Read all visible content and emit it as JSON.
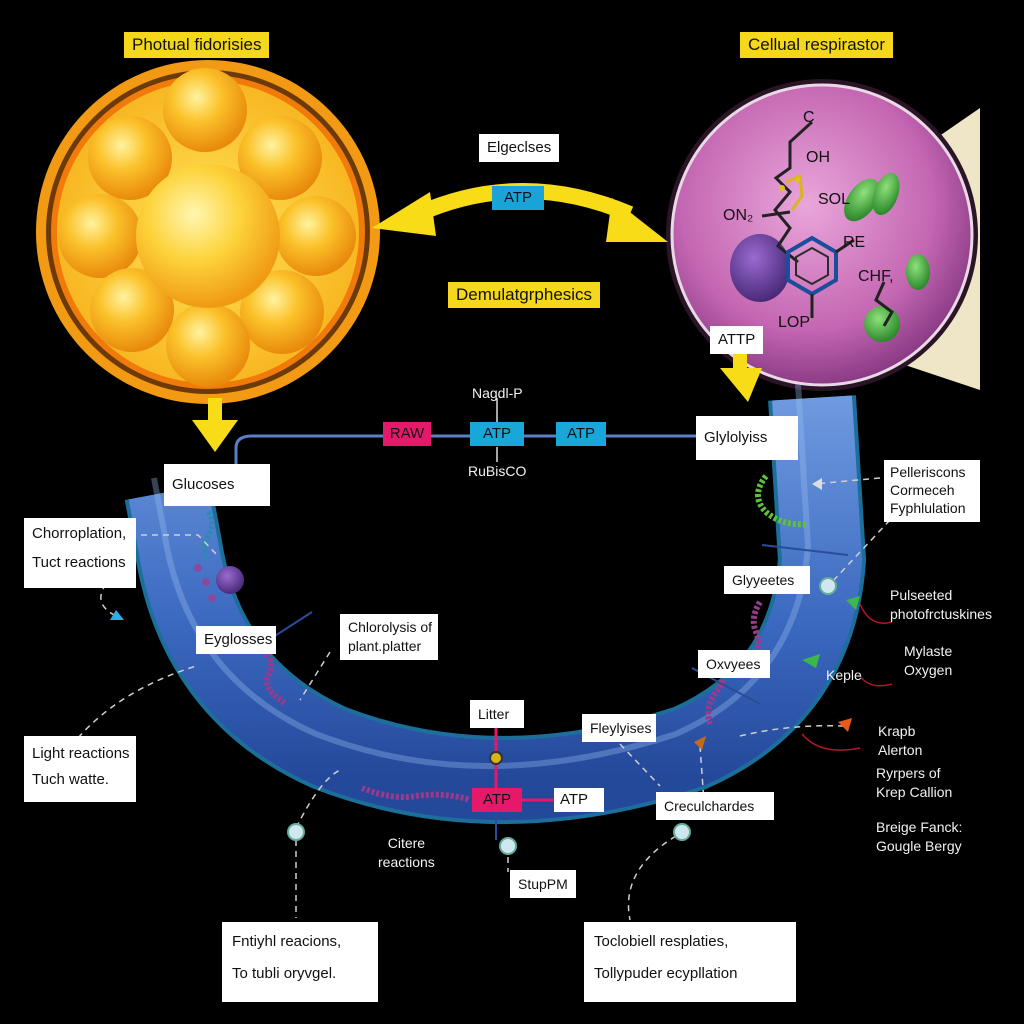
{
  "titles": {
    "photo": "Photual fidorisies",
    "resp": "Cellual respirastor",
    "center": "Demulatgrphesics"
  },
  "tags": {
    "top_atp": "ATP",
    "raw": "RAW",
    "atp_mid1": "ATP",
    "atp_mid2": "ATP",
    "atp_resp": "ATTP",
    "atp_bottom_pink": "ATP",
    "atp_bottom": "ATP"
  },
  "labels": {
    "elgeclses": "Elgeclses",
    "glucoses": "Glucoses",
    "glylolyiss": "Glylolyiss",
    "chloroplastion": [
      "Chorroplation,",
      "Tuct reactions"
    ],
    "eyglosses": "Eyglosses",
    "chlorolysis": [
      "Chlorolysis of",
      "plant.platter"
    ],
    "light_reactions": [
      "Light reactions",
      "Tuch watte."
    ],
    "litter": "Litter",
    "flaylyses": "Fleylyises",
    "glyeetes": "Glyyeetes",
    "oxvyees": "Oxvyees",
    "pelleriscons": [
      "Pelleriscons",
      "Cormeceh",
      "Fyphlulation"
    ],
    "creculchardes": "Creculchardes",
    "stupm": "StupPM",
    "bottom_left": [
      "Fntiyhl reacions,",
      "To tubli oryvgel."
    ],
    "bottom_right": [
      "Toclobiell resplaties,",
      "Tollypuder ecypllation"
    ]
  },
  "free_text": {
    "nagdh": "Nagdl-P",
    "rubisco": "RuBisCO",
    "citere": [
      "Citere",
      "reactions"
    ],
    "pulseted": [
      "Pulseeted",
      "photofrctuskines"
    ],
    "myllaste": [
      "Mylaste",
      "Oxygen"
    ],
    "keple": "Keple",
    "krapb": [
      "Krapb",
      "Alerton"
    ],
    "rypers": [
      "Ryrpers of",
      "Krep Callion"
    ],
    "breige": [
      "Breige Fanck:",
      "Gougle Bergy"
    ]
  },
  "molecule": {
    "c": "C",
    "oh": "OH",
    "sol": "SOL",
    "on2": "ON₂",
    "re": "RE",
    "chf": "CHF,",
    "lop": "LOP"
  },
  "colors": {
    "background": "#000000",
    "tube": "#3f6fc2",
    "arrow_yellow": "#f7dc17",
    "cell_orange": "#f28a0e",
    "cell_purple": "#c56bb4",
    "atp_blue": "#19a7d9",
    "raw_pink": "#e5186a"
  }
}
